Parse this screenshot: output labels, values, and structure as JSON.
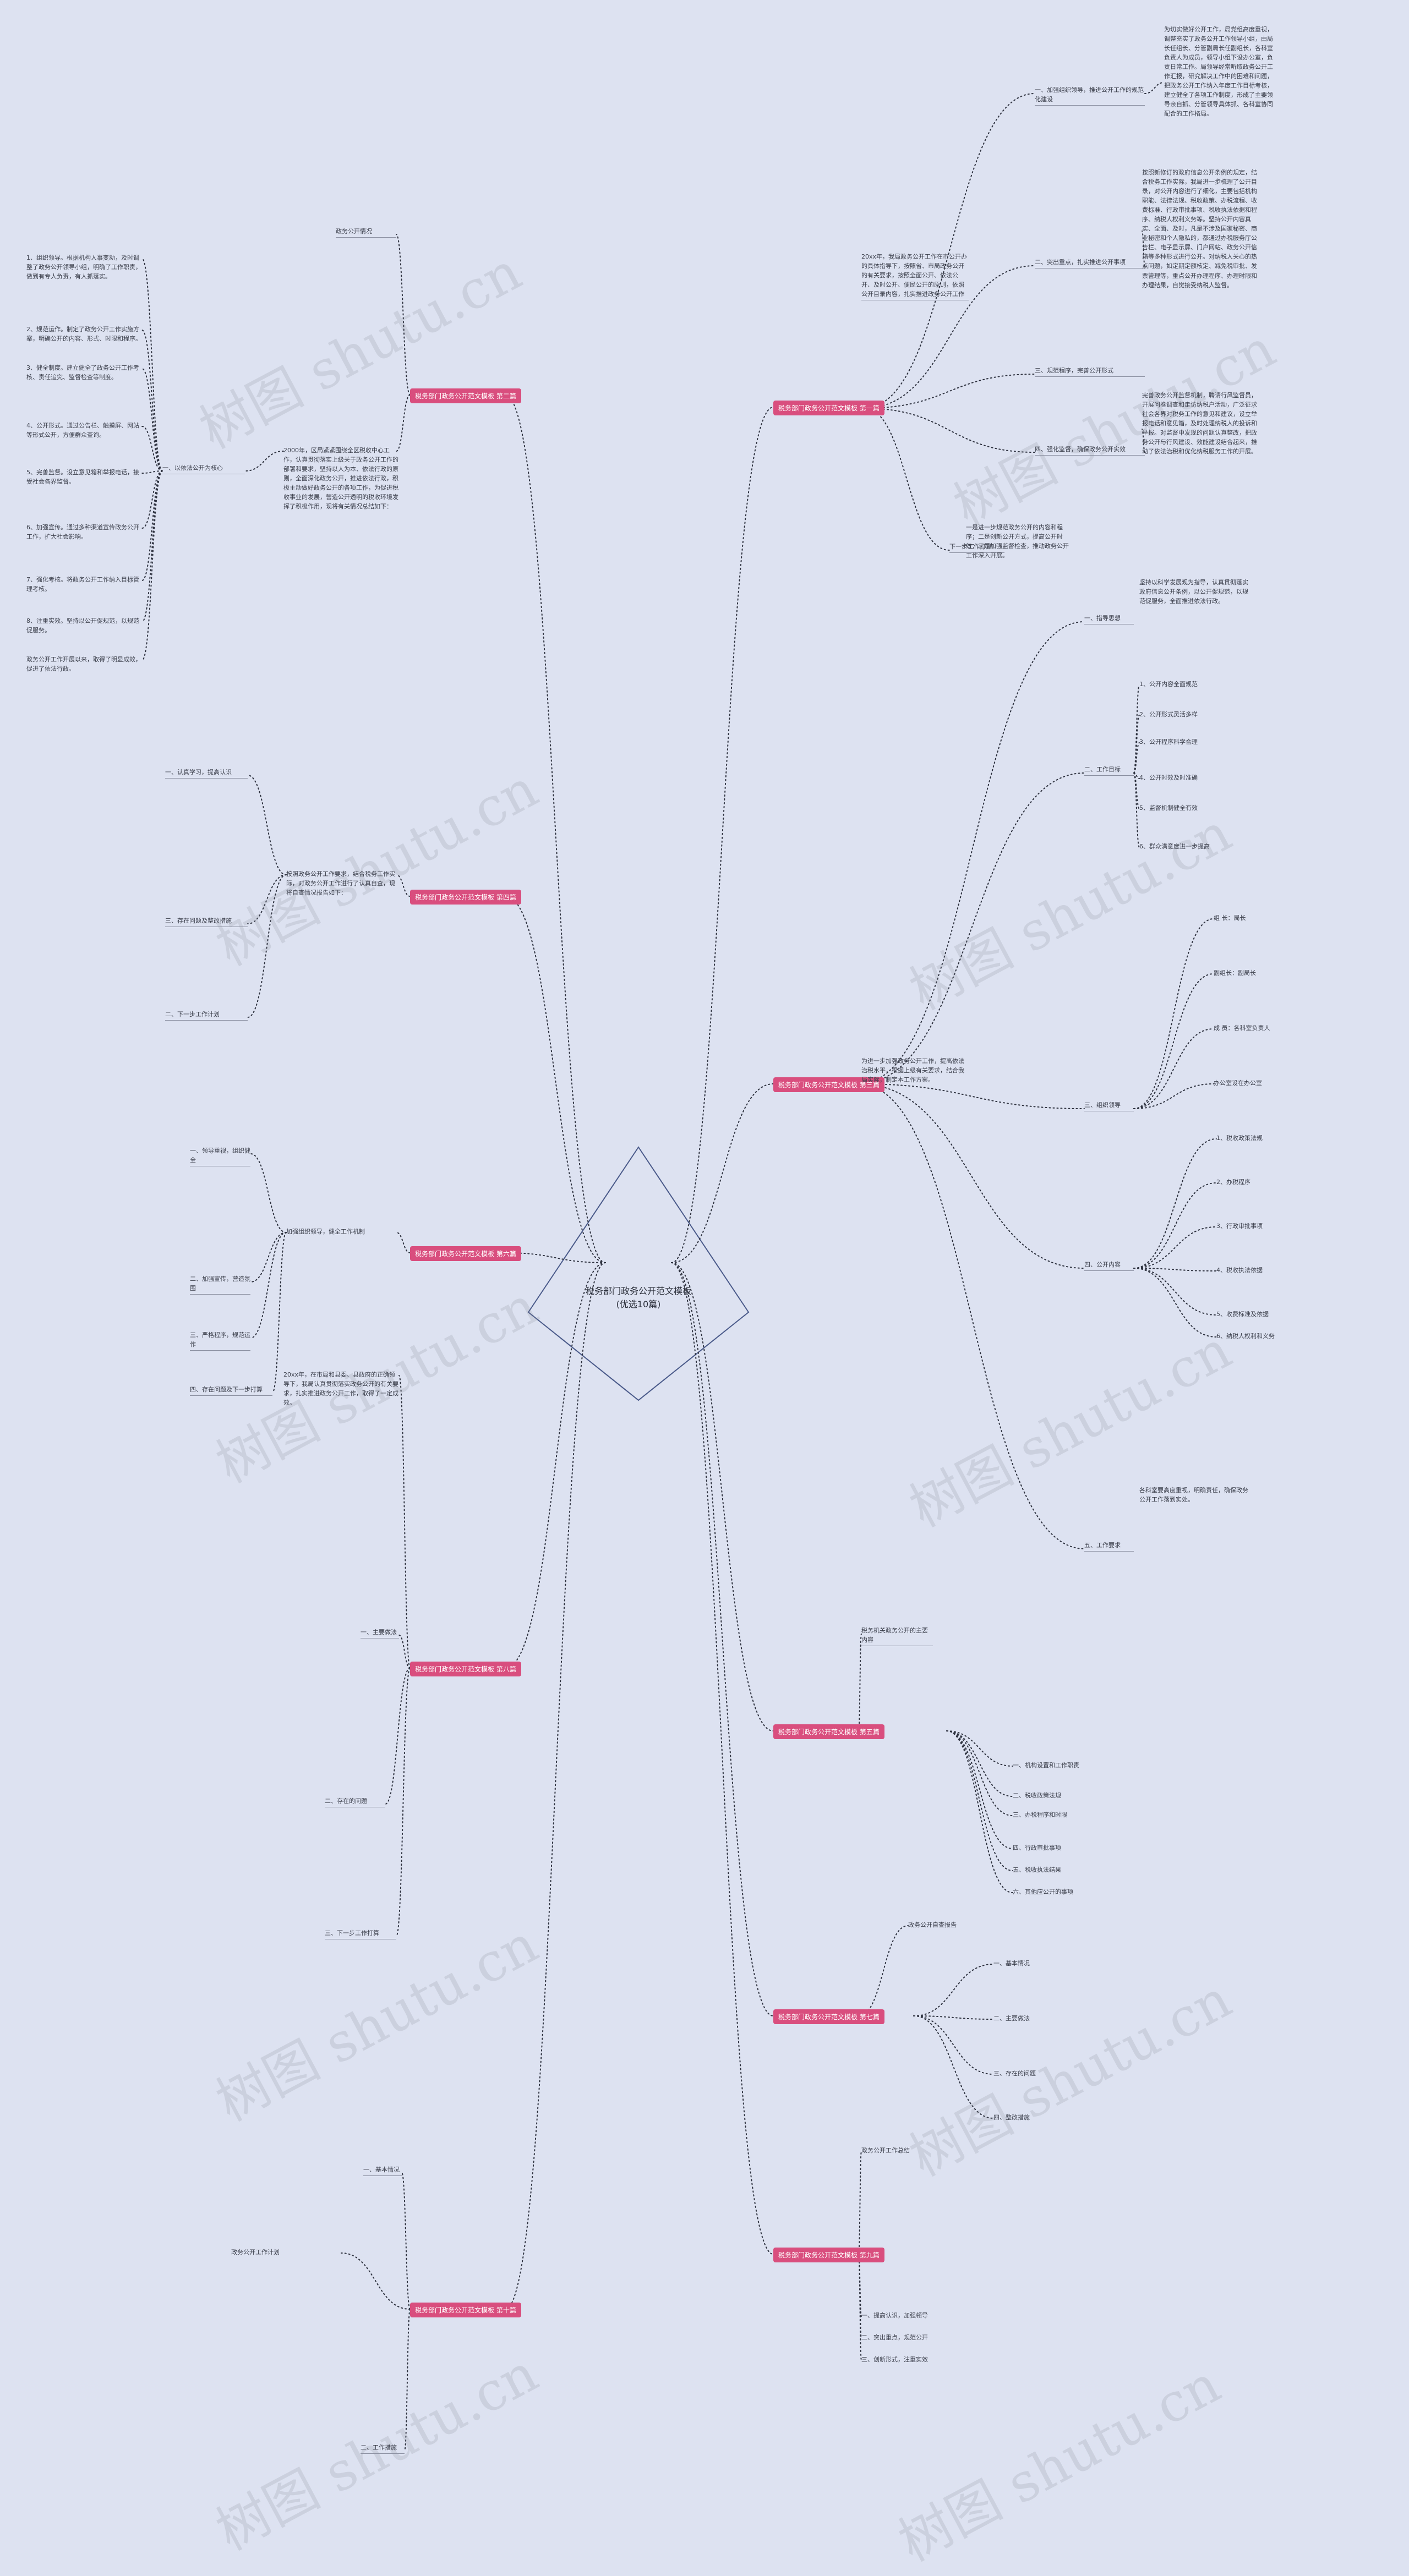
{
  "center": {
    "title": "税务部门政务公开范文模板(优选10篇)"
  },
  "watermark": "树图 shutu.cn",
  "colors": {
    "background": "#dde2f1",
    "branch": "#d94e7e",
    "line": "#2f3340",
    "center_fill": "#dde2f1"
  },
  "branches": [
    {
      "label": "税务部门政务公开范文模板 第一篇"
    },
    {
      "label": "税务部门政务公开范文模板 第二篇"
    },
    {
      "label": "税务部门政务公开范文模板 第三篇"
    },
    {
      "label": "税务部门政务公开范文模板 第四篇"
    },
    {
      "label": "税务部门政务公开范文模板 第五篇"
    },
    {
      "label": "税务部门政务公开范文模板 第六篇"
    },
    {
      "label": "税务部门政务公开范文模板 第七篇"
    },
    {
      "label": "税务部门政务公开范文模板 第八篇"
    },
    {
      "label": "税务部门政务公开范文模板 第九篇"
    },
    {
      "label": "税务部门政务公开范文模板 第十篇"
    }
  ],
  "b1": {
    "intro": "20xx年，我局政务公开工作在市公开办的具体指导下，按照省、市局政务公开的有关要求，按照全面公开、依法公开、及时公开、便民公开的原则，依照公开目录内容，扎实推进政务公开工作",
    "s1": "一、加强组织领导，推进公开工作的规范化建设",
    "s1t": "为切实做好公开工作，局党组高度重视，调整充实了政务公开工作领导小组，由局长任组长、分管副局长任副组长，各科室负责人为成员，领导小组下设办公室，负责日常工作。局领导经常听取政务公开工作汇报，研究解决工作中的困难和问题，把政务公开工作纳入年度工作目标考核，建立健全了各项工作制度，形成了主要领导亲自抓、分管领导具体抓、各科室协同配合的工作格局。",
    "s2": "二、突出重点，扎实推进公开事项",
    "s2t": "按照新修订的政府信息公开条例的规定，结合税务工作实际，我局进一步梳理了公开目录，对公开内容进行了细化，主要包括机构职能、法律法规、税收政策、办税流程、收费标准、行政审批事项、税收执法依据和程序、纳税人权利义务等。坚持公开内容真实、全面、及时，凡是不涉及国家秘密、商业秘密和个人隐私的，都通过办税服务厅公告栏、电子显示屏、门户网站、政务公开信箱等多种形式进行公开。对纳税人关心的热点问题，如定期定额核定、减免税审批、发票管理等，重点公开办理程序、办理时限和办理结果，自觉接受纳税人监督。",
    "s3": "三、规范程序，完善公开形式",
    "s4": "四、强化监督，确保政务公开实效",
    "s4t": "完善政务公开监督机制，聘请行风监督员，开展问卷调查和走访纳税户活动，广泛征求社会各界对税务工作的意见和建议，设立举报电话和意见箱，及时处理纳税人的投诉和举报。对监督中发现的问题认真整改，把政务公开与行风建设、效能建设结合起来，推动了依法治税和优化纳税服务工作的开展。",
    "s5": "下一步工作打算",
    "s5t": "一是进一步规范政务公开的内容和程序；二是创新公开方式，提高公开时效；三是加强监督检查，推动政务公开工作深入开展。"
  },
  "b2": {
    "intro": "2000年，区局紧紧围绕全区税收中心工作，认真贯彻落实上级关于政务公开工作的部署和要求，坚持以人为本、依法行政的原则，全面深化政务公开，推进依法行政，积极主动做好政务公开的各项工作，为促进税收事业的发展，营造公开透明的税收环境发挥了积极作用，现将有关情况总结如下：",
    "s0": "政务公开情况",
    "s1": "一、以依法公开为核心",
    "items": [
      "1、组织领导。根据机构人事变动，及时调整了政务公开领导小组，明确了工作职责，做到有专人负责，有人抓落实。",
      "2、规范运作。制定了政务公开工作实施方案，明确公开的内容、形式、时限和程序。",
      "3、健全制度。建立健全了政务公开工作考核、责任追究、监督检查等制度。",
      "4、公开形式。通过公告栏、触摸屏、网站等形式公开，方便群众查询。",
      "5、完善监督。设立意见箱和举报电话，接受社会各界监督。",
      "6、加强宣传。通过多种渠道宣传政务公开工作，扩大社会影响。",
      "7、强化考核。将政务公开工作纳入目标管理考核。",
      "8、注重实效。坚持以公开促规范，以规范促服务。"
    ],
    "tail": "政务公开工作开展以来，取得了明显成效，促进了依法行政。"
  },
  "b3": {
    "intro": "为进一步加强政务公开工作，提高依法治税水平，根据上级有关要求，结合我局实际，制定本工作方案。",
    "s1": "一、指导思想",
    "s1t": "坚持以科学发展观为指导，认真贯彻落实政府信息公开条例，以公开促规范，以规范促服务，全面推进依法行政。",
    "s2": "二、工作目标",
    "s2items": [
      "1、公开内容全面规范",
      "2、公开形式灵活多样",
      "3、公开程序科学合理",
      "4、公开时效及时准确",
      "5、监督机制健全有效",
      "6、群众满意度进一步提高"
    ],
    "s3": "三、组织领导",
    "s3items": [
      "组 长：局长",
      "副组长：副局长",
      "成 员：各科室负责人",
      "办公室设在办公室"
    ],
    "s4": "四、公开内容",
    "s4items": [
      "1、税收政策法规",
      "2、办税程序",
      "3、行政审批事项",
      "4、税收执法依据",
      "5、收费标准及依据",
      "6、纳税人权利和义务"
    ],
    "s5": "五、工作要求",
    "s5t": "各科室要高度重视，明确责任，确保政务公开工作落到实处。"
  },
  "b4": {
    "intro": "按照政务公开工作要求，结合税务工作实际，对政务公开工作进行了认真自查，现将自查情况报告如下：",
    "s1": "一、认真学习，提高认识",
    "s2": "二、下一步工作计划",
    "s3": "三、存在问题及整改措施"
  },
  "b5": {
    "intro": "加强组织领导，健全工作机制",
    "s1": "一、领导重视，组织健全",
    "s2": "二、加强宣传，营造氛围",
    "s3": "三、严格程序，规范运作",
    "s4": "四、存在问题及下一步打算"
  },
  "b6": {
    "intro": "20xx年，在市局和县委、县政府的正确领导下，我局认真贯彻落实政务公开的有关要求，扎实推进政务公开工作，取得了一定成效。",
    "s1": "一、主要做法",
    "s2": "二、存在的问题",
    "s3": "三、下一步工作打算"
  },
  "b7": {
    "intro": "税务机关政务公开的主要内容",
    "items": [
      "一、机构设置和工作职责",
      "二、税收政策法规",
      "三、办税程序和时限",
      "四、行政审批事项",
      "五、税收执法结果",
      "六、其他应公开的事项"
    ]
  },
  "b8": {
    "intro": "政务公开自查报告",
    "items": [
      "一、基本情况",
      "二、主要做法",
      "三、存在的问题",
      "四、整改措施"
    ]
  },
  "b9": {
    "intro": "政务公开工作总结",
    "items": [
      "一、提高认识，加强领导",
      "二、突出重点，规范公开",
      "三、创新形式，注重实效"
    ]
  },
  "b10": {
    "intro": "政务公开工作计划",
    "s1": "一、基本情况",
    "s2": "二、工作措施"
  }
}
